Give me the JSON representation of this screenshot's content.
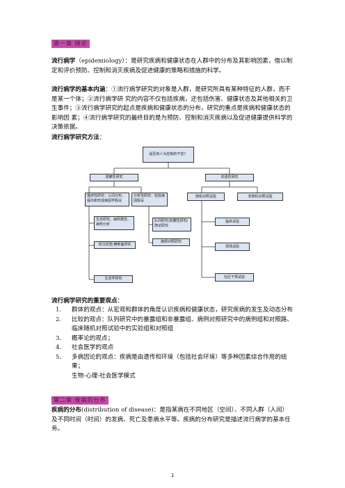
{
  "chapter1": {
    "label": "第一章 绪论"
  },
  "def": {
    "term": "流行病学",
    "text": "（epidemiology）：是研究疾病和健康状态在人群中的分布及其影响因素，借以制定和评价预防、控制和消灭疾病及促进健康的策略和措施的科学。"
  },
  "content": {
    "term": "流行病学的基本内涵",
    "text": "：①流行病学研究的对象是人群，是研究所具有某种特征的人群，而不是某一个体；②流行病学研 究的内容不仅包括疾病，还包括伤害、健康状态及其他相关的卫生事件；③流行病学研究的起点是疾病和健康状态的分布，研究的重点是疾病和健康状态的影响因 素；④流行病学研究的最终目的是为预防、控制和消灭疾病以及促进健康提供科学的决策依据。"
  },
  "methods": {
    "title": "流行病学研究方法",
    "colon": "："
  },
  "diagram": {
    "root": "是否有人为控制的干扰？",
    "observational": "观察性研究",
    "experimental": "实验性研究",
    "descriptive": "描述性研究：三间分布，提出和形成病因学假设",
    "analytical": "分析性研究：检验病因假设",
    "rct": "随机对照试验",
    "nonrct": "非随机对照试验",
    "cross": "生态研究、病例报告、病例分析",
    "survey": "现况调查/横断面研究",
    "ecology": "生态学研究",
    "cohort": "队列研究/前瞻性研究/随访研究",
    "casecontrol": "病例对照研究",
    "clinical": "临床试验",
    "field": "现场试验",
    "community": "社区干预试验"
  },
  "views": {
    "title": "流行病学研究的重要观点",
    "colon": "：",
    "items": [
      {
        "num": "1.",
        "text": "群体的观点：从宏观和群体的角度认识疾病和健康状态，研究疾病的发生及动态分布"
      },
      {
        "num": "2.",
        "text": "比较的观点：队列研究中的暴露组和非暴露组、病例对照研究中的病例组和对照路、临床随机对照试验中的实验组和对照组"
      },
      {
        "num": "3.",
        "text": "概率论的观点；"
      },
      {
        "num": "4.",
        "text": "社会医学的观点"
      },
      {
        "num": "5.",
        "text": "多病因论的观点：疾病是由遗传和环境（包括社会环境）等多种因素综合作用的结果；"
      }
    ],
    "model": "生物-心理-社会医学模式"
  },
  "chapter2": {
    "label": "第二章 疾病的分布"
  },
  "dist": {
    "term": "疾病的分布",
    "text": "(distribution of disease)：是指某病在不同地区（空间）、不同人群（人间）及不同时间（时间）的发病、死亡及患病水平等。疾病的分布研究是描述流行病学的基本任务。"
  },
  "page": {
    "number": "1"
  }
}
